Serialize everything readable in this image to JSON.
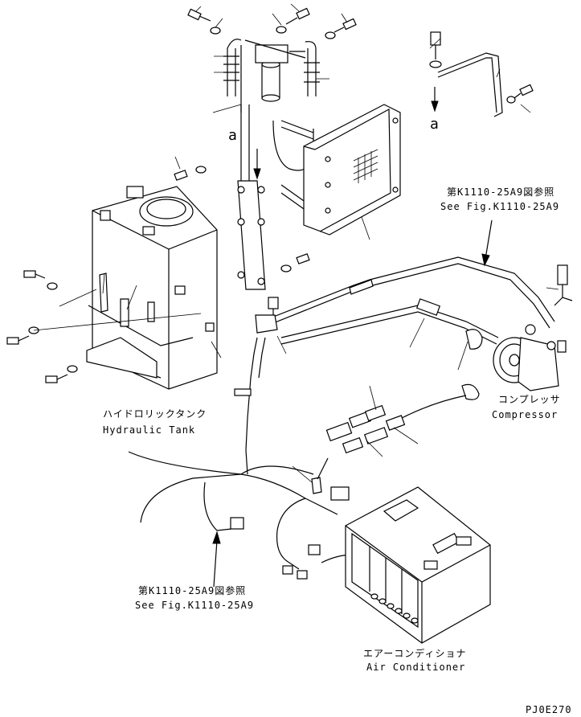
{
  "diagram": {
    "view_marker": "a",
    "ref_top": {
      "jp": "第K1110-25A9図参照",
      "en": "See Fig.K1110-25A9"
    },
    "ref_bottom": {
      "jp": "第K1110-25A9図参照",
      "en": "See Fig.K1110-25A9"
    },
    "hydraulic_tank": {
      "jp": "ハイドロリックタンク",
      "en": "Hydraulic Tank"
    },
    "compressor": {
      "jp": "コンプレッサ",
      "en": "Compressor"
    },
    "air_conditioner": {
      "jp": "エアーコンディショナ",
      "en": "Air Conditioner"
    },
    "drawing_code": "PJ0E270"
  }
}
